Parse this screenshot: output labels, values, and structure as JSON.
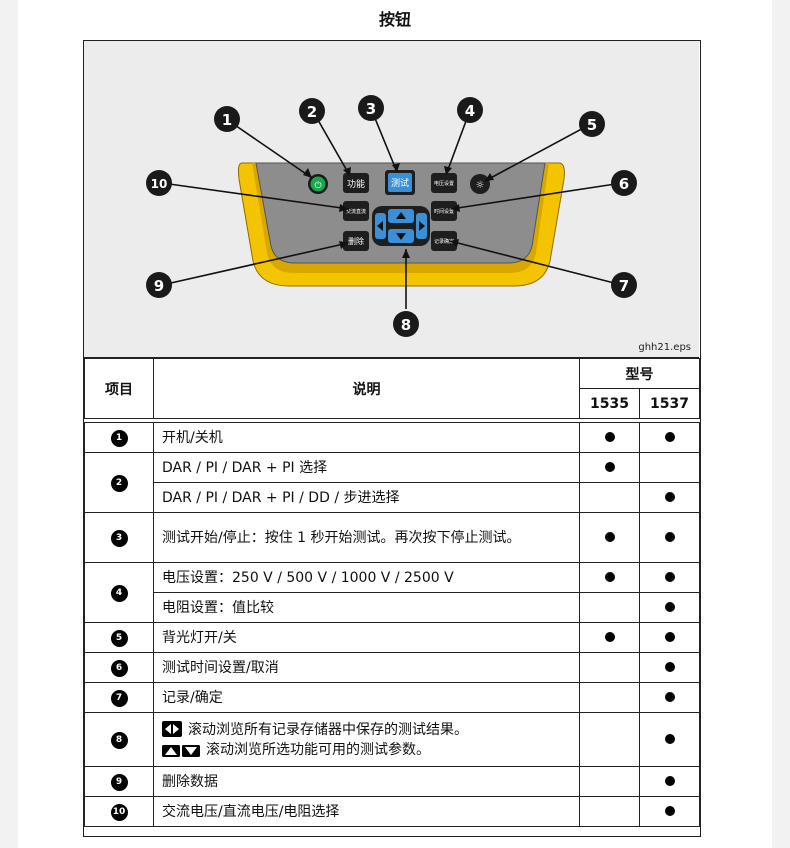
{
  "page": {
    "title": "按钮"
  },
  "figure": {
    "file_label": "ghh21.eps",
    "callouts": [
      "1",
      "2",
      "3",
      "4",
      "5",
      "6",
      "7",
      "8",
      "9",
      "10"
    ],
    "device_buttons": {
      "power": "⏻",
      "function": "功能",
      "test": "测试",
      "voltage": "电压设置",
      "backlight": "☼",
      "ac_dc": "交流直流",
      "timer": "时间设置",
      "clear": "删除",
      "record": "记录确定"
    }
  },
  "table": {
    "headers": {
      "item": "项目",
      "desc": "说明",
      "model": "型号",
      "m1535": "1535",
      "m1537": "1537"
    },
    "rows": [
      {
        "num": "1",
        "desc": "开机/关机",
        "a": true,
        "b": true
      },
      {
        "num": "2",
        "desc": "DAR / PI / DAR + PI 选择",
        "a": true,
        "b": false
      },
      {
        "num": "",
        "desc": "DAR / PI / DAR + PI / DD / 步进选择",
        "a": false,
        "b": true
      },
      {
        "num": "3",
        "desc": "测试开始/停止：按住 1 秒开始测试。再次按下停止测试。",
        "a": true,
        "b": true
      },
      {
        "num": "4",
        "desc": "电压设置：250 V / 500 V / 1000 V / 2500 V",
        "a": true,
        "b": true
      },
      {
        "num": "",
        "desc": "电阻设置：值比较",
        "a": false,
        "b": true
      },
      {
        "num": "5",
        "desc": "背光灯开/关",
        "a": true,
        "b": true
      },
      {
        "num": "6",
        "desc": "测试时间设置/取消",
        "a": false,
        "b": true
      },
      {
        "num": "7",
        "desc": "记录/确定",
        "a": false,
        "b": true
      },
      {
        "num": "8",
        "desc": "滚动浏览所有记录存储器中保存的测试结果。",
        "desc2": "滚动浏览所选功能可用的测试参数。",
        "a": false,
        "b": true
      },
      {
        "num": "9",
        "desc": "删除数据",
        "a": false,
        "b": true
      },
      {
        "num": "10",
        "desc": "交流电压/直流电压/电阻选择",
        "a": false,
        "b": true
      }
    ]
  },
  "colors": {
    "yellow": "#f5c400",
    "panel": "#8a8a8a",
    "blue": "#3a8fd6",
    "green": "#18a84b"
  }
}
